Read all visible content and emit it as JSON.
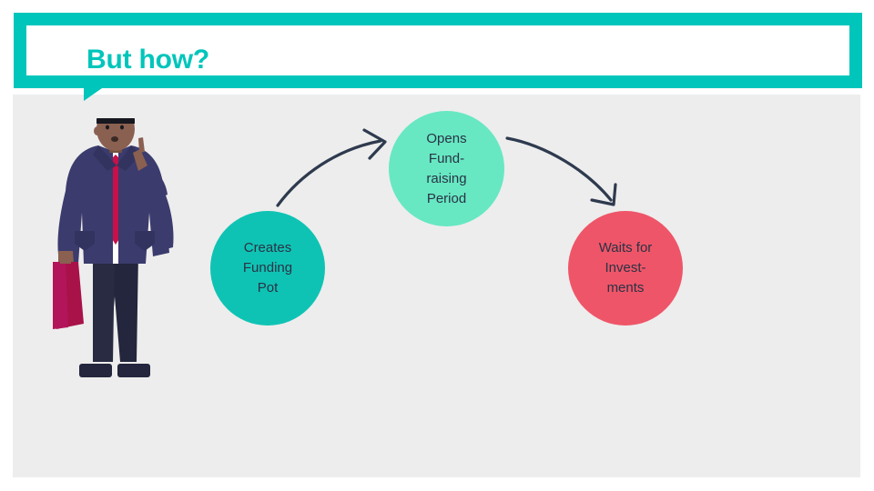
{
  "slide": {
    "background_color": "#ffffff",
    "panel_color": "#ededed",
    "accent_color": "#00c5bb"
  },
  "title": {
    "text": "But how?",
    "color": "#00c5bb",
    "bubble_border_color": "#00c5bb",
    "bubble_fill_color": "#ffffff"
  },
  "flow": {
    "nodes": [
      {
        "id": "creates-funding-pot",
        "label": "Creates\nFunding\nPot",
        "color": "#0fc3b4",
        "text_color": "#2a3245"
      },
      {
        "id": "opens-fundraising-period",
        "label": "Opens\nFund-\nraising\nPeriod",
        "color": "#67e8c2",
        "text_color": "#2a3245"
      },
      {
        "id": "waits-for-investments",
        "label": "Waits for\nInvest-\nments",
        "color": "#ef5568",
        "text_color": "#2a3245"
      }
    ],
    "connectors": [
      {
        "id": "arrow-pot-to-period",
        "from": "creates-funding-pot",
        "to": "opens-fundraising-period",
        "color": "#2e3a4e",
        "direction": "up-right"
      },
      {
        "id": "arrow-period-to-investments",
        "from": "opens-fundraising-period",
        "to": "waits-for-investments",
        "color": "#2e3a4e",
        "direction": "down-right"
      }
    ]
  },
  "illustration": {
    "name": "thinking-businessman",
    "description": "Man in navy suit with crimson tie holding a briefcase, hand raised to head",
    "colors": {
      "suit": "#3b3b6d",
      "suit_dark": "#2c2c54",
      "trousers": "#23263c",
      "shirt": "#ffffff",
      "tie": "#c8104a",
      "skin": "#8a6051",
      "hair": "#17171f",
      "briefcase": "#a81248",
      "shoes": "#23263c"
    }
  }
}
